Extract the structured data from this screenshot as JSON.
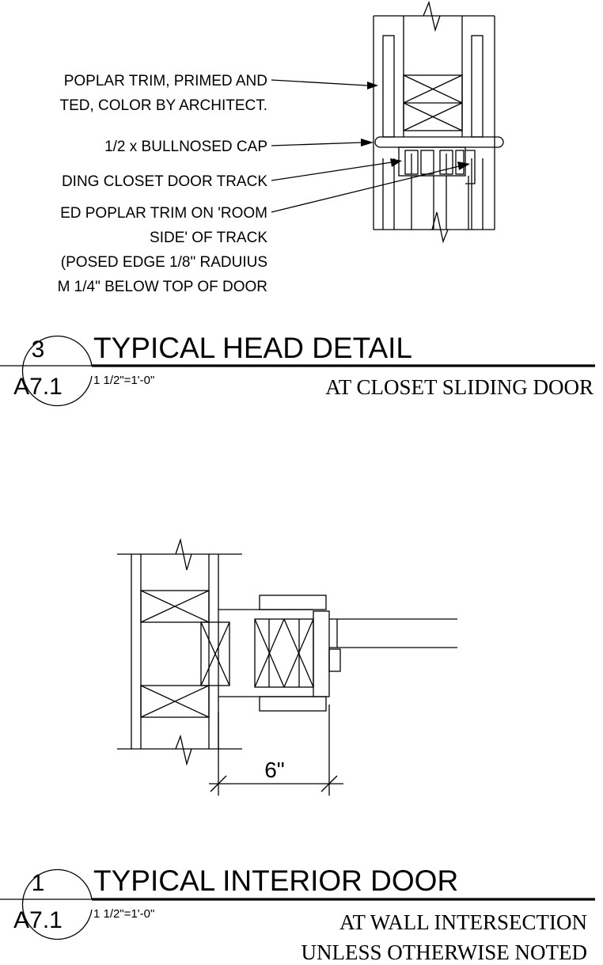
{
  "detail_top": {
    "labels": [
      "POPLAR TRIM, PRIMED AND",
      "TED, COLOR BY ARCHITECT.",
      "1/2 x BULLNOSED CAP",
      "DING CLOSET DOOR TRACK",
      "ED POPLAR TRIM ON 'ROOM",
      "SIDE' OF TRACK",
      "(POSED EDGE 1/8\" RADUIUS",
      "M 1/4\" BELOW TOP OF DOOR"
    ],
    "number": "3",
    "sheet": "A7.1",
    "title": "TYPICAL HEAD DETAIL",
    "scale": "1 1/2\"=1'-0\"",
    "subtitle": "AT CLOSET SLIDING DOOR"
  },
  "detail_bottom": {
    "dimension": "6\"",
    "number": "1",
    "sheet": "A7.1",
    "title": "TYPICAL INTERIOR DOOR",
    "scale": "1 1/2\"=1'-0\"",
    "subtitle_1": "AT WALL INTERSECTION",
    "subtitle_2": "UNLESS OTHERWISE NOTED"
  }
}
